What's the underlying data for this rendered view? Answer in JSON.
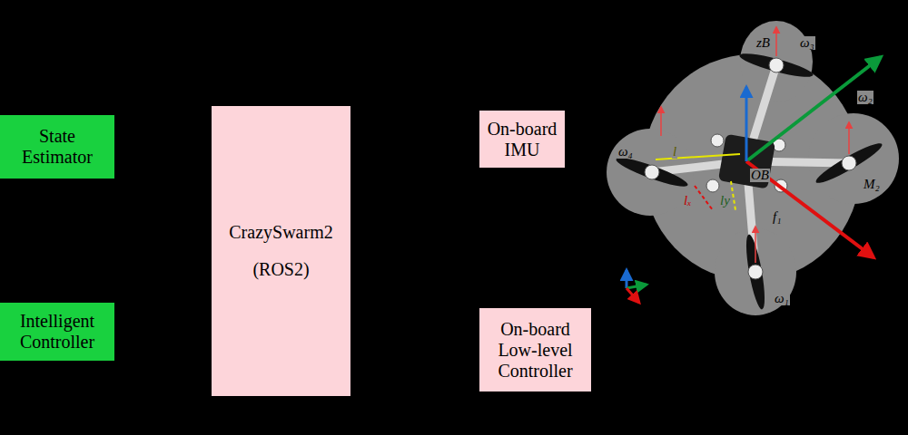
{
  "diagram": {
    "nodes": [
      {
        "text": [
          "State Estimator"
        ]
      },
      {
        "text": [
          "Intelligent Controller"
        ]
      },
      {
        "text": [
          "CrazySwarm2",
          "(ROS2)"
        ]
      },
      {
        "text": [
          "On-board IMU"
        ]
      },
      {
        "text": [
          "On-board Low-level Controller"
        ]
      }
    ],
    "labels": [
      "zB",
      "ω₃",
      "ω₂",
      "ω₄",
      "l",
      "OB",
      "lₓ",
      "ly",
      "f₁",
      "M₂",
      "ω₁"
    ]
  }
}
